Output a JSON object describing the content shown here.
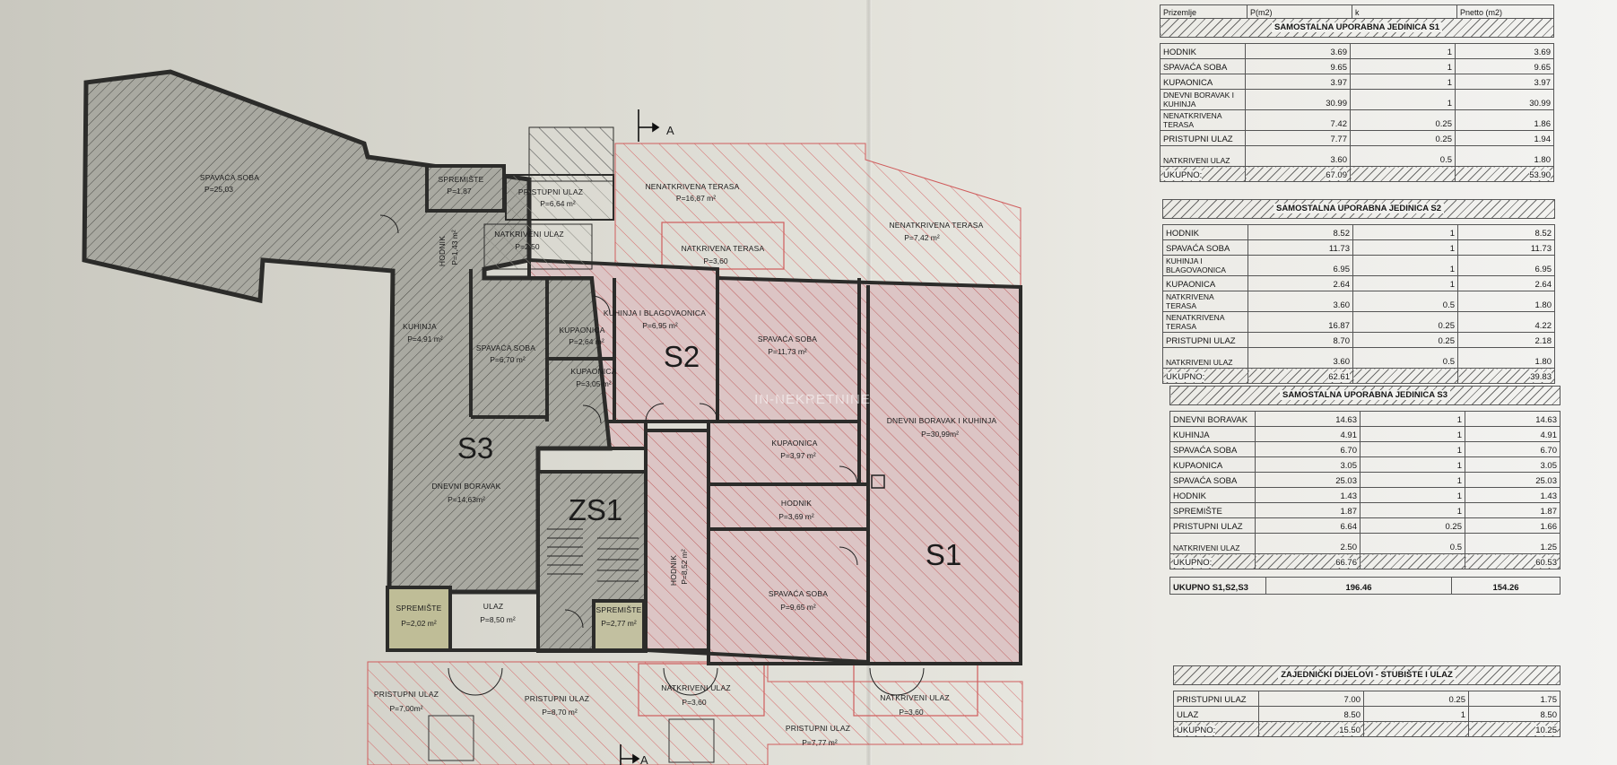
{
  "plan": {
    "rooms": [
      {
        "name": "SPAVAĆA SOBA",
        "area": "P=25,03"
      },
      {
        "name": "SPREMIŠTE",
        "area": "P=1,87"
      },
      {
        "name": "PRISTUPNI ULAZ",
        "area": "P=6,64 m²"
      },
      {
        "name": "NATKRIVENI ULAZ",
        "area": "P=2,50"
      },
      {
        "name": "HODNIK",
        "area": "P=1,43 m²"
      },
      {
        "name": "KUHINJA",
        "area": "P=4,91 m²"
      },
      {
        "name": "SPAVAĆA SOBA",
        "area": "P=6,70 m²"
      },
      {
        "name": "KUPAONICA",
        "area": "P=2,64 m²"
      },
      {
        "name": "KUPAONICA",
        "area": "P=3,05 m²"
      },
      {
        "name": "KUHINJA I BLAGOVAONICA",
        "area": "P=6,95 m²"
      },
      {
        "name": "SPAVAĆA SOBA",
        "area": "P=11,73 m²"
      },
      {
        "name": "NATKRIVENA TERASA",
        "area": "P=3,60"
      },
      {
        "name": "NENATKRIVENA TERASA",
        "area": "P=16,87 m²"
      },
      {
        "name": "NENATKRIVENA TERASA",
        "area": "P=7,42 m²"
      },
      {
        "name": "DNEVNI BORAVAK I KUHINJA",
        "area": "P=30,99m²"
      },
      {
        "name": "KUPAONICA",
        "area": "P=3,97 m²"
      },
      {
        "name": "HODNIK",
        "area": "P=3,69 m²"
      },
      {
        "name": "SPAVAĆA SOBA",
        "area": "P=9,65 m²"
      },
      {
        "name": "DNEVNI BORAVAK",
        "area": "P=14,63m²"
      },
      {
        "name": "HODNIK",
        "area": "P=8,52 m²"
      },
      {
        "name": "SPREMIŠTE",
        "area": "P=2,02 m²"
      },
      {
        "name": "ULAZ",
        "area": "P=8,50 m²"
      },
      {
        "name": "SPREMIŠTE",
        "area": "P=2,77 m²"
      },
      {
        "name": "PRISTUPNI ULAZ",
        "area": "P=7,00m²"
      },
      {
        "name": "PRISTUPNI ULAZ",
        "area": "P=8,70 m²"
      },
      {
        "name": "NATKRIVENI ULAZ",
        "area": "P=3,60"
      },
      {
        "name": "PRISTUPNI ULAZ",
        "area": "P=7,77 m²"
      },
      {
        "name": "NATKRIVENI ULAZ",
        "area": "P=3,60"
      }
    ],
    "units": [
      "S1",
      "S2",
      "S3",
      "ZS1"
    ],
    "section_marker": "A",
    "watermark": "IN-NEKRETNINE"
  },
  "tables": {
    "header": {
      "c1": "Prizemlje",
      "c2": "P(m2)",
      "c3": "k",
      "c4": "Pnetto (m2)"
    },
    "s1": {
      "title": "SAMOSTALNA UPORABNA JEDINICA S1",
      "rows": [
        [
          "HODNIK",
          "3.69",
          "1",
          "3.69"
        ],
        [
          "SPAVAĆA SOBA",
          "9.65",
          "1",
          "9.65"
        ],
        [
          "KUPAONICA",
          "3.97",
          "1",
          "3.97"
        ],
        [
          "DNEVNI BORAVAK I KUHINJA",
          "30.99",
          "1",
          "30.99"
        ],
        [
          "NENATKRIVENA TERASA",
          "7.42",
          "0.25",
          "1.86"
        ],
        [
          "PRISTUPNI ULAZ",
          "7.77",
          "0.25",
          "1.94"
        ],
        [
          "NATKRIVENI ULAZ",
          "3.60",
          "0.5",
          "1.80"
        ]
      ],
      "total": [
        "UKUPNO:",
        "67.09",
        "53.90"
      ]
    },
    "s2": {
      "title": "SAMOSTALNA UPORABNA JEDINICA S2",
      "rows": [
        [
          "HODNIK",
          "8.52",
          "1",
          "8.52"
        ],
        [
          "SPAVAĆA SOBA",
          "11.73",
          "1",
          "11.73"
        ],
        [
          "KUHINJA I BLAGOVAONICA",
          "6.95",
          "1",
          "6.95"
        ],
        [
          "KUPAONICA",
          "2.64",
          "1",
          "2.64"
        ],
        [
          "NATKRIVENA TERASA",
          "3.60",
          "0.5",
          "1.80"
        ],
        [
          "NENATKRIVENA TERASA",
          "16.87",
          "0.25",
          "4.22"
        ],
        [
          "PRISTUPNI ULAZ",
          "8.70",
          "0.25",
          "2.18"
        ],
        [
          "NATKRIVENI ULAZ",
          "3.60",
          "0.5",
          "1.80"
        ]
      ],
      "total": [
        "UKUPNO:",
        "62.61",
        "39.83"
      ]
    },
    "s3": {
      "title": "SAMOSTALNA UPORABNA JEDINICA S3",
      "rows": [
        [
          "DNEVNI BORAVAK",
          "14.63",
          "1",
          "14.63"
        ],
        [
          "KUHINJA",
          "4.91",
          "1",
          "4.91"
        ],
        [
          "SPAVAĆA SOBA",
          "6.70",
          "1",
          "6.70"
        ],
        [
          "KUPAONICA",
          "3.05",
          "1",
          "3.05"
        ],
        [
          "SPAVAĆA SOBA",
          "25.03",
          "1",
          "25.03"
        ],
        [
          "HODNIK",
          "1.43",
          "1",
          "1.43"
        ],
        [
          "SPREMIŠTE",
          "1.87",
          "1",
          "1.87"
        ],
        [
          "PRISTUPNI ULAZ",
          "6.64",
          "0.25",
          "1.66"
        ],
        [
          "NATKRIVENI ULAZ",
          "2.50",
          "0.5",
          "1.25"
        ]
      ],
      "total": [
        "UKUPNO:",
        "66.76",
        "60.53"
      ]
    },
    "sum": [
      "UKUPNO S1,S2,S3",
      "196.46",
      "154.26"
    ],
    "common": {
      "title": "ZAJEDNIČKI DIJELOVI - STUBIŠTE I ULAZ",
      "rows": [
        [
          "PRISTUPNI ULAZ",
          "7.00",
          "0.25",
          "1.75"
        ],
        [
          "ULAZ",
          "8.50",
          "1",
          "8.50"
        ]
      ],
      "total": [
        "UKUPNO:",
        "15.50",
        "10.25"
      ]
    }
  }
}
